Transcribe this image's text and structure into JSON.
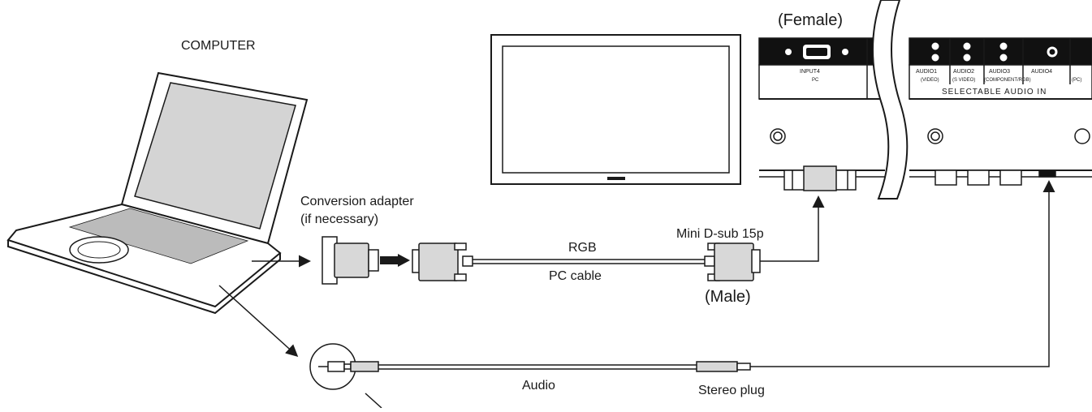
{
  "labels": {
    "computer": "COMPUTER",
    "conversion_adapter": "Conversion adapter",
    "if_necessary": "(if necessary)",
    "rgb": "RGB",
    "pc_cable": "PC cable",
    "mini_dsub": "Mini D-sub 15p",
    "male": "(Male)",
    "female": "(Female)",
    "audio": "Audio",
    "stereo_plug": "Stereo plug"
  },
  "panel": {
    "input4": "INPUT4",
    "pc": "PC",
    "audio1": "AUDIO1",
    "audio1_sub": "(VIDEO)",
    "audio2": "AUDIO2",
    "audio2_sub": "(S VIDEO)",
    "audio3": "AUDIO3",
    "audio3_sub": "(COMPONENT/RGB)",
    "audio4": "AUDIO4",
    "audio4_sub": "(PC)",
    "selectable_audio_in": "SELECTABLE AUDIO IN"
  },
  "colors": {
    "line": "#1a1a1a",
    "panel": "#111111",
    "gray": "#cfcfcf"
  }
}
